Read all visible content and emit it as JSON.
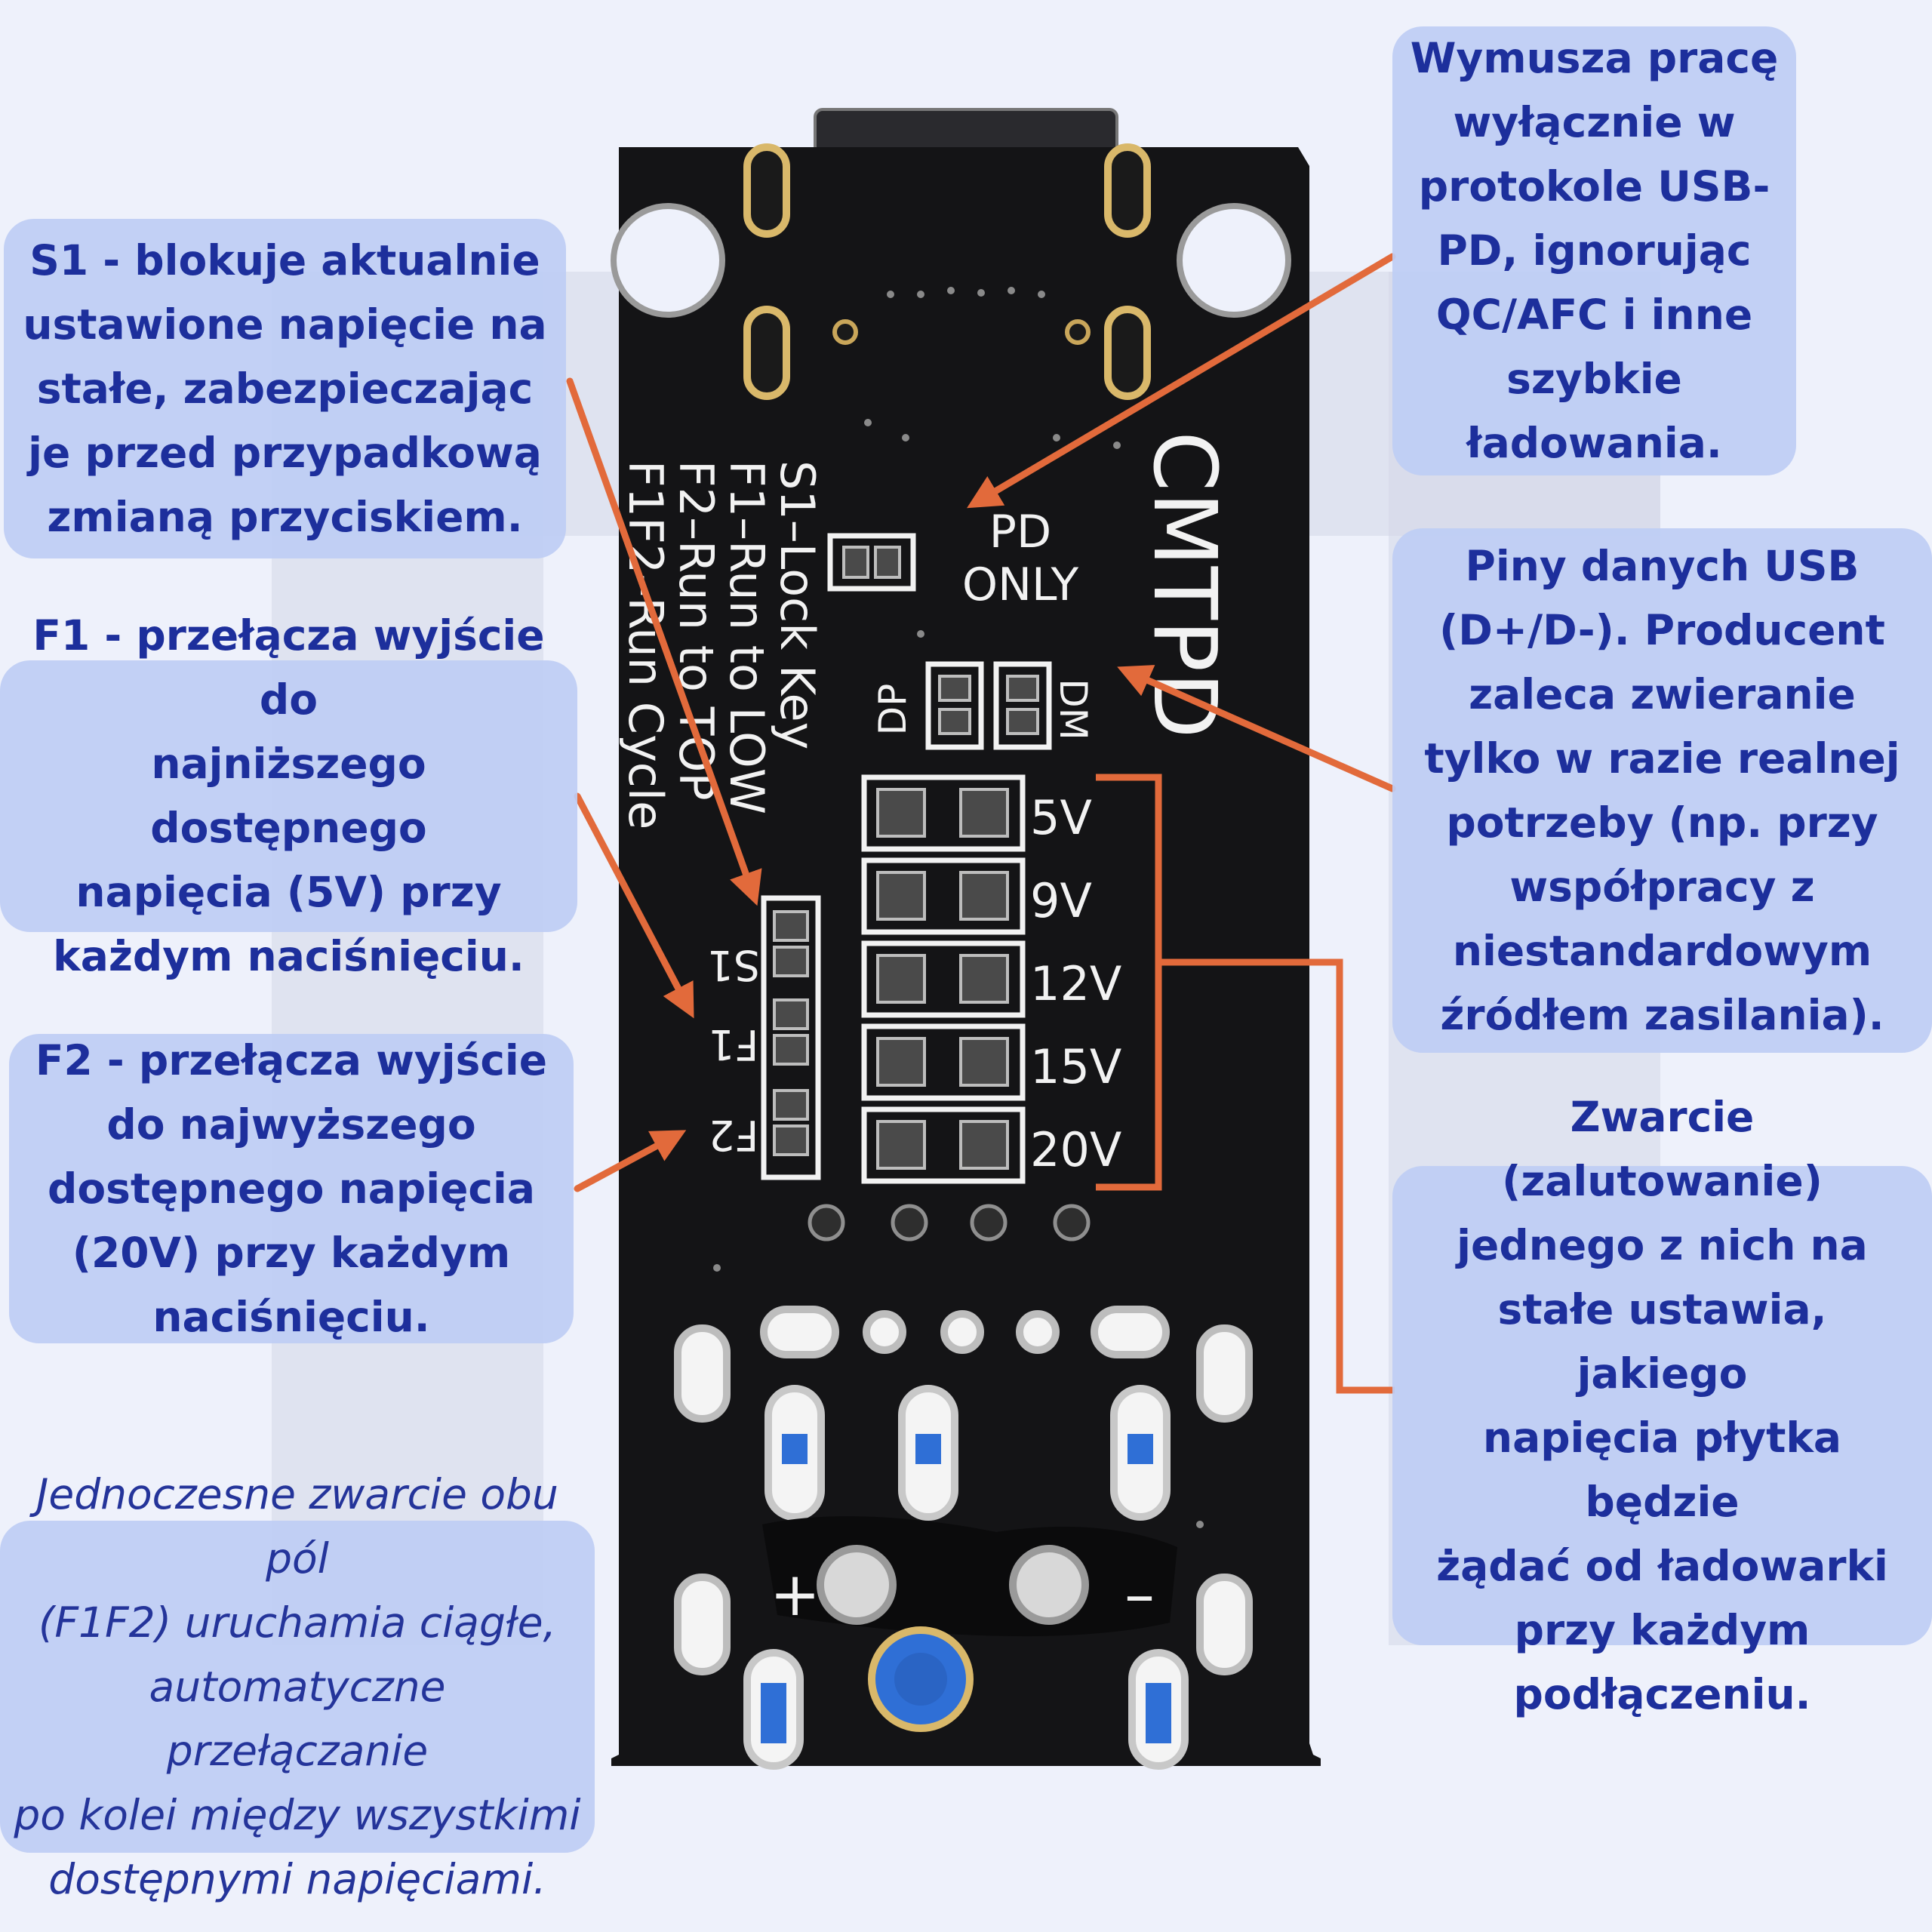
{
  "colors": {
    "background": "#eef1fb",
    "callout_bg": "#bfcdf4",
    "callout_text": "#1d2f9c",
    "arrow": "#e26a3b",
    "pcb": "#141416",
    "silkscreen": "#f2f2f2",
    "gold_pad": "#d9b86a",
    "blue_dot": "#2f6fd6"
  },
  "callouts": {
    "s1": "S1 - blokuje aktualnie ustawione napięcie na stałe, zabezpieczając je przed przypadkową zmianą przyciskiem.",
    "f1": "F1 - przełącza wyjście do najniższego dostępnego napięcia (5V) przy każdym naciśnięciu.",
    "f2": "F2 - przełącza wyjście do najwyższego dostępnego napięcia (20V) przy każdym naciśnięciu.",
    "f1f2": "Jednoczesne zwarcie obu pól (F1F2) uruchamia ciągłe, automatyczne przełączanie po kolei między wszystkimi dostępnymi napięciami.",
    "pd_only": "Wymusza pracę wyłącznie w protokole USB-PD, ignorując QC/AFC i inne szybkie ładowania.",
    "dp_dm": "Piny danych USB (D+/D-). Producent zaleca zwieranie tylko w razie realnej potrzeby (np. przy współpracy z niestandardowym źródłem zasilania).",
    "voltage": "Zwarcie (zalutowanie) jednego z nich na stałe ustawia, jakiego napięcia płytka będzie żądać od ładowarki przy każdym podłączeniu."
  },
  "pcb": {
    "brand": "CMTPD",
    "pd_line1": "PD",
    "pd_line2": "ONLY",
    "dp": "DP",
    "dm": "DM",
    "legend_line1": "S1–Lock Key",
    "legend_line2": "F1–Run to LOW",
    "legend_line3": "F2–Run to TOP",
    "legend_line4": "F1F2–Run Cycle",
    "s1": "S1",
    "f1": "F1",
    "f2": "F2",
    "v5": "5V",
    "v9": "9V",
    "v12": "12V",
    "v15": "15V",
    "v20": "20V",
    "plus": "+",
    "minus": "–"
  },
  "lines": {
    "pd": [
      "Wymusza pracę",
      "wyłącznie w",
      "protokole USB-",
      "PD, ignorując",
      "QC/AFC i inne",
      "szybkie",
      "ładowania."
    ],
    "s1": [
      "S1 - blokuje aktualnie",
      "ustawione napięcie na",
      "stałe, zabezpieczając",
      "je przed przypadkową",
      "zmianą przyciskiem."
    ],
    "dp": [
      "Piny danych USB",
      "(D+/D-). Producent",
      "zaleca zwieranie",
      "tylko w razie realnej",
      "potrzeby (np. przy",
      "współpracy z",
      "niestandardowym",
      "źródłem zasilania)."
    ],
    "f1": [
      "F1 - przełącza wyjście do",
      "najniższego dostępnego",
      "napięcia (5V) przy",
      "każdym naciśnięciu."
    ],
    "f2": [
      "F2 - przełącza wyjście",
      "do najwyższego",
      "dostępnego napięcia",
      "(20V) przy każdym",
      "naciśnięciu."
    ],
    "volt": [
      "Zwarcie (zalutowanie)",
      "jednego z nich na",
      "stałe ustawia, jakiego",
      "napięcia płytka będzie",
      "żądać od ładowarki",
      "przy każdym",
      "podłączeniu."
    ],
    "f1f2": [
      "Jednoczesne zwarcie obu pól",
      "(F1F2) uruchamia ciągłe,",
      "automatyczne przełączanie",
      "po kolei między wszystkimi",
      "dostępnymi napięciami."
    ]
  }
}
